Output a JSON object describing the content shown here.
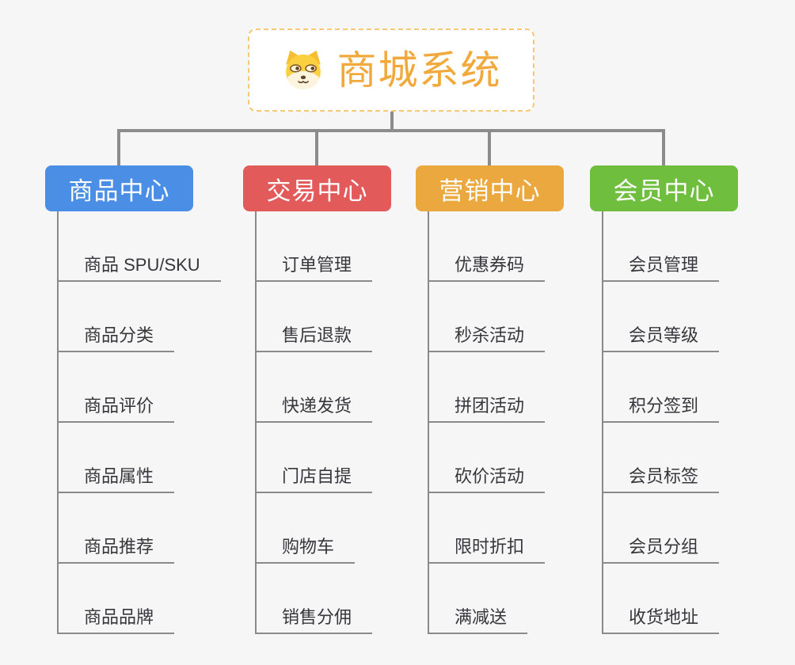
{
  "root": {
    "title": "商城系统",
    "icon": "shiba-dog-icon",
    "accent_color": "#F2A93B",
    "border_color": "#F7C873"
  },
  "connector_color": "#8C8C8C",
  "branches": [
    {
      "label": "商品中心",
      "color": "#4A8EE6",
      "items": [
        "商品 SPU/SKU",
        "商品分类",
        "商品评价",
        "商品属性",
        "商品推荐",
        "商品品牌"
      ]
    },
    {
      "label": "交易中心",
      "color": "#E25A5A",
      "items": [
        "订单管理",
        "售后退款",
        "快递发货",
        "门店自提",
        "购物车",
        "销售分佣"
      ]
    },
    {
      "label": "营销中心",
      "color": "#EBA83E",
      "items": [
        "优惠券码",
        "秒杀活动",
        "拼团活动",
        "砍价活动",
        "限时折扣",
        "满减送"
      ]
    },
    {
      "label": "会员中心",
      "color": "#6FBE3E",
      "items": [
        "会员管理",
        "会员等级",
        "积分签到",
        "会员标签",
        "会员分组",
        "收货地址"
      ]
    }
  ]
}
